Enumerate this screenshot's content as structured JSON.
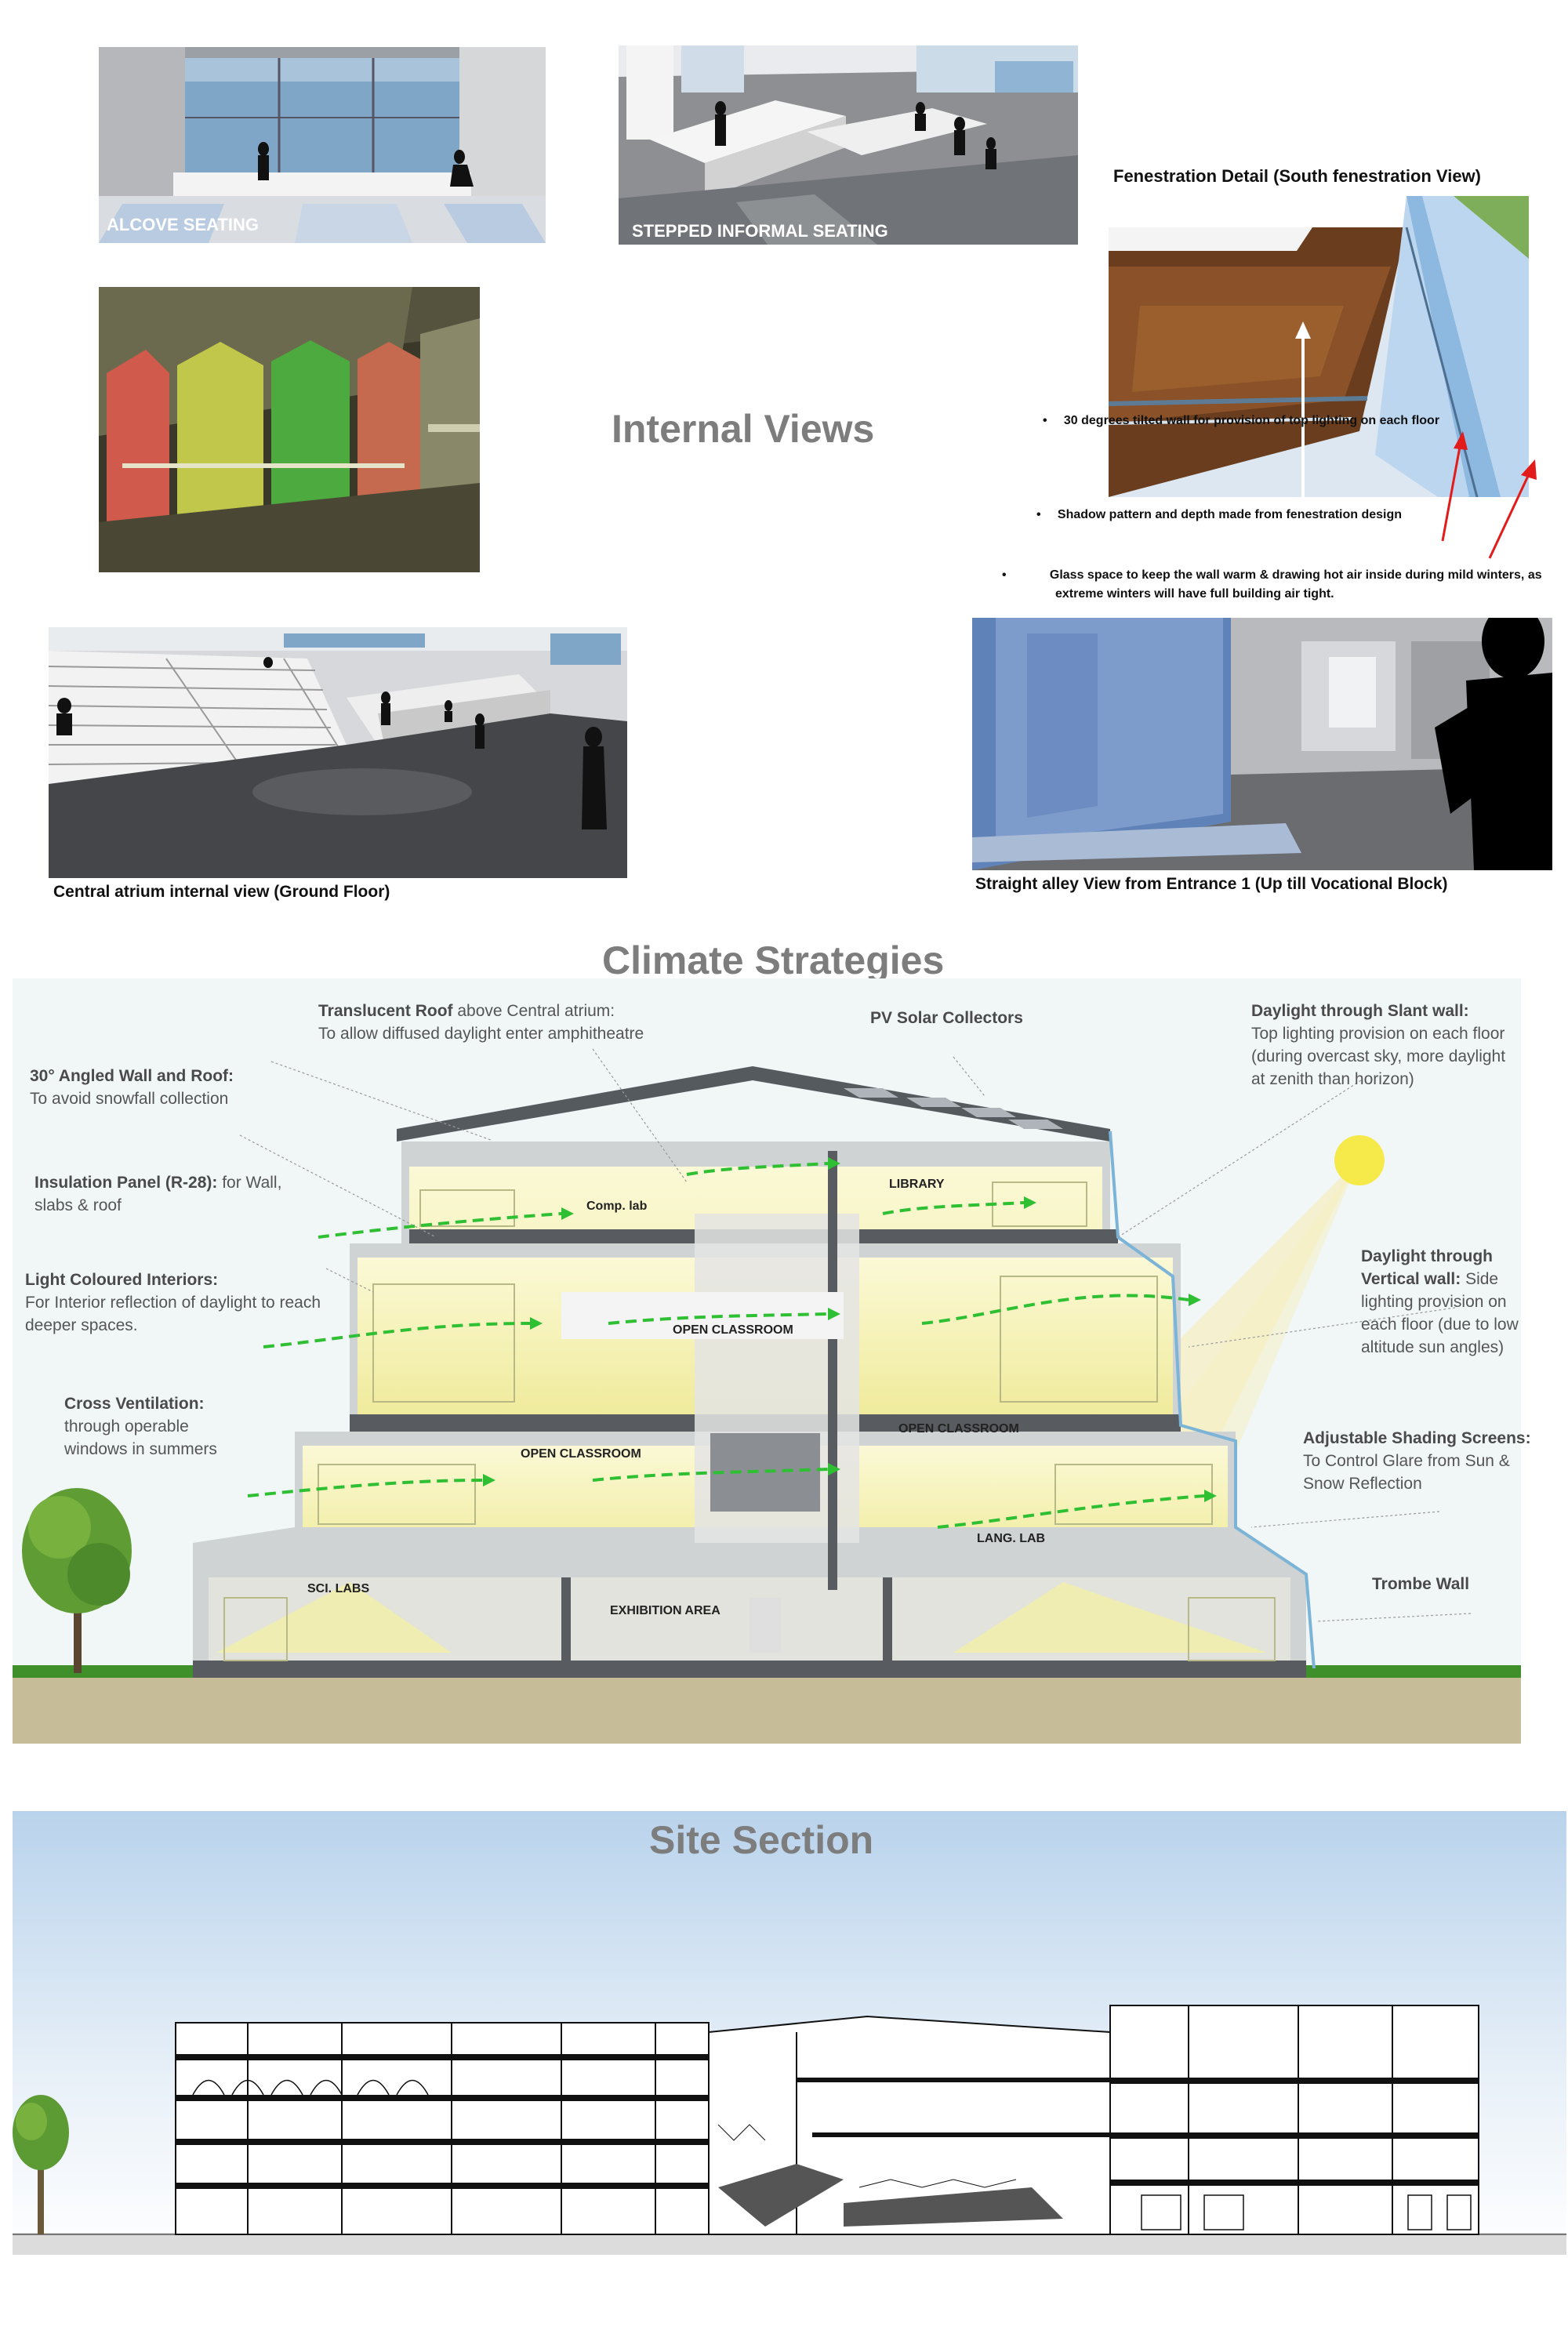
{
  "internal_views": {
    "heading": "Internal Views",
    "alcove_caption": "ALCOVE SEATING",
    "stepped_caption": "STEPPED INFORMAL SEATING",
    "fenestration_title": "Fenestration Detail (South fenestration View)",
    "fenestration_notes": [
      "30 degrees tilted wall for provision of top lighting on each floor",
      "Shadow pattern and depth made from fenestration design",
      "Glass space to keep the wall warm & drawing hot air inside during mild winters, as extreme winters will have full building air tight."
    ],
    "atrium_caption": "Central atrium internal view (Ground Floor)",
    "alley_caption": "Straight alley View from Entrance 1 (Up till Vocational Block)"
  },
  "climate": {
    "heading": "Climate Strategies",
    "annotations": {
      "translucent_title": "Translucent Roof",
      "translucent_rest": " above Central atrium:",
      "translucent_body": "To allow diffused daylight enter amphitheatre",
      "pv": "PV Solar Collectors",
      "slant_title": "Daylight through Slant wall:",
      "slant_body": "Top lighting provision on each floor (during overcast sky, more daylight at zenith than horizon)",
      "angled_title": "30° Angled Wall and Roof:",
      "angled_body": "To avoid snowfall collection",
      "insulation_title": "Insulation Panel (R-28):",
      "insulation_rest": " for Wall, slabs & roof",
      "light_title": "Light Coloured Interiors:",
      "light_body": "For Interior reflection of daylight to reach deeper spaces.",
      "vertical_title": "Daylight through Vertical wall:",
      "vertical_body": " Side lighting provision on each floor (due to low altitude sun angles)",
      "cross_title": "Cross Ventilation:",
      "cross_body": "through operable windows in summers",
      "shading_title": "Adjustable Shading Screens:",
      "shading_body": "To Control Glare from Sun & Snow Reflection",
      "trombe": "Trombe Wall"
    },
    "rooms": {
      "comp_lab": "Comp. lab",
      "library": "LIBRARY",
      "open_classroom_1": "OPEN CLASSROOM",
      "open_classroom_2": "OPEN CLASSROOM",
      "open_classroom_3": "OPEN CLASSROOM",
      "sci_labs": "SCI. LABS",
      "exhibition": "EXHIBITION AREA",
      "lang_lab": "LANG. LAB"
    }
  },
  "site": {
    "heading": "Site Section"
  },
  "colors": {
    "heading_gray": "#7d7d7d",
    "ground": "#c6bd98",
    "grass": "#3f8f2a",
    "sky": "#b9d3ec",
    "airflow": "#2fbf33",
    "interior_glow": "#f3efa7",
    "arrow_red": "#e21b1b"
  }
}
